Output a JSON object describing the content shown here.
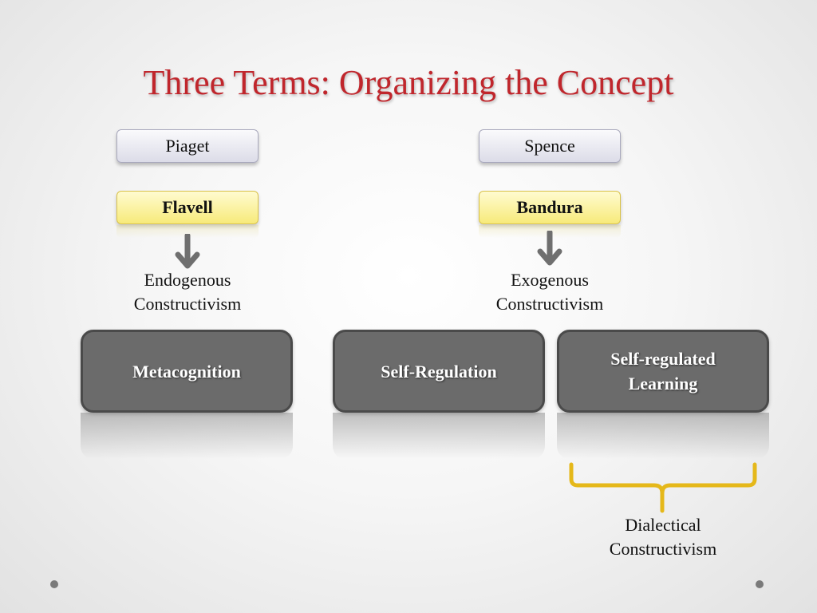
{
  "title": "Three Terms:  Organizing the Concept",
  "left": {
    "top_box": "Piaget",
    "highlight_box": "Flavell",
    "label_line1": "Endogenous",
    "label_line2": "Constructivism"
  },
  "right": {
    "top_box": "Spence",
    "highlight_box": "Bandura",
    "label_line1": "Exogenous",
    "label_line2": "Constructivism"
  },
  "concepts": {
    "metacognition": "Metacognition",
    "self_regulation": "Self-Regulation",
    "srl_line1": "Self-regulated",
    "srl_line2": "Learning"
  },
  "bottom": {
    "label_line1": "Dialectical",
    "label_line2": "Constructivism"
  },
  "colors": {
    "title": "#c0262c",
    "highlight": "#f7ea7a",
    "concept_box": "#6b6b6b",
    "bracket": "#e5b81a",
    "arrow": "#6f6f6f"
  }
}
